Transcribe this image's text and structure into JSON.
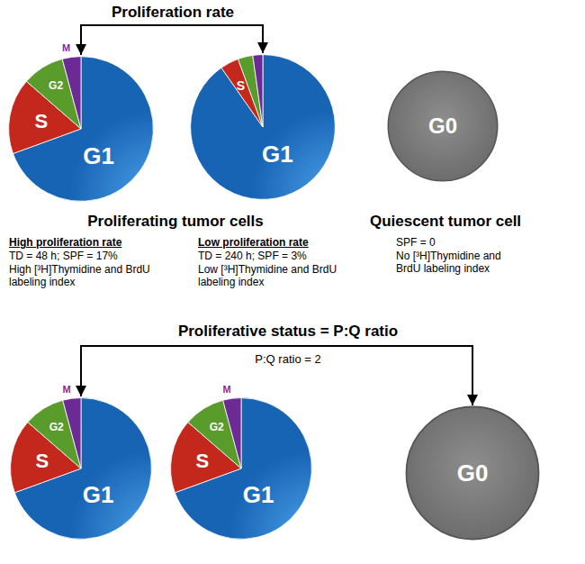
{
  "diagram": {
    "nodes": [
      {
        "text": [
          "M",
          "G2",
          "S",
          "G1"
        ]
      },
      {
        "text": [
          "S",
          "G1"
        ]
      },
      {
        "text": [
          "G0"
        ]
      },
      {
        "text": [
          "M",
          "G2",
          "S",
          "G1"
        ]
      },
      {
        "text": [
          "M",
          "G2",
          "S",
          "G1"
        ]
      },
      {
        "text": [
          "G0"
        ]
      }
    ],
    "edges": [
      {
        "from": 0,
        "to": 1,
        "arrow": "both",
        "label": "Proliferation rate"
      },
      {
        "from": 3,
        "to": 5,
        "arrow": "both",
        "label": "P:Q ratio = 2"
      }
    ],
    "labels": [
      "Proliferating tumor cells",
      "Quiescent tumor cell",
      "High proliferation rate",
      "TD = 48 h; SPF = 17%",
      "High [³H]Thymidine and BrdU labeling index",
      "Low proliferation rate",
      "TD = 240 h; SPF = 3%",
      "Low [³H]Thymidine and BrdU labeling index",
      "SPF = 0",
      "No [³H]Thymidine and BrdU labeling index",
      "Proliferative status = P:Q ratio"
    ]
  }
}
